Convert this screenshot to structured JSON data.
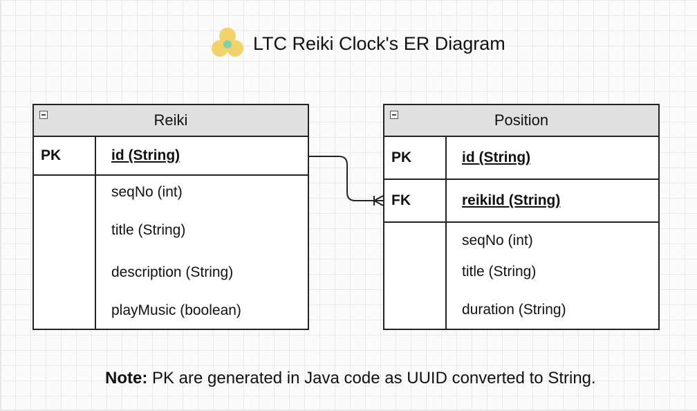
{
  "diagram": {
    "title": "LTC Reiki Clock's ER Diagram",
    "logo_colors": [
      "#f2d36b",
      "#7fd1a6"
    ]
  },
  "entities": [
    {
      "name": "Reiki",
      "key_rows": [
        {
          "key": "PK",
          "field": "id (String)"
        }
      ],
      "attributes": [
        "seqNo (int)",
        "title (String)",
        "description (String)",
        "playMusic (boolean)"
      ]
    },
    {
      "name": "Position",
      "key_rows": [
        {
          "key": "PK",
          "field": "id (String)"
        },
        {
          "key": "FK",
          "field": "reikiId (String)"
        }
      ],
      "attributes": [
        "seqNo (int)",
        "title (String)",
        "duration (String)"
      ]
    }
  ],
  "relationship": {
    "from": "Reiki.id",
    "to": "Position.reikiId",
    "cardinality": "one-to-many"
  },
  "note": {
    "label": "Note:",
    "text": " PK are generated in Java code as UUID converted to String."
  }
}
